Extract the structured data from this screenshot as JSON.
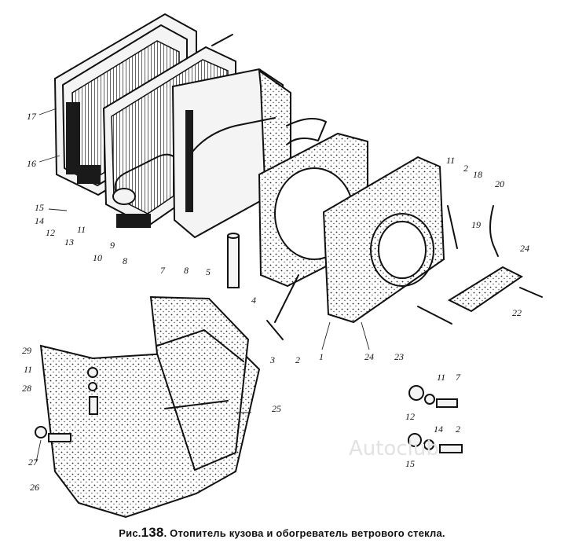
{
  "caption": {
    "prefix": "Рис.",
    "number": "138",
    "text": ". Отопитель кузова и обогреватель ветрового стекла."
  },
  "watermark": "Autoclub",
  "callouts": [
    {
      "id": "c17a",
      "text": "17"
    },
    {
      "id": "c16a",
      "text": "16"
    },
    {
      "id": "c15a",
      "text": "15"
    },
    {
      "id": "c14a",
      "text": "14"
    },
    {
      "id": "c12a",
      "text": "12"
    },
    {
      "id": "c13a",
      "text": "13"
    },
    {
      "id": "c11a",
      "text": "11"
    },
    {
      "id": "c10",
      "text": "10"
    },
    {
      "id": "c9",
      "text": "9"
    },
    {
      "id": "c8a",
      "text": "8"
    },
    {
      "id": "c7a",
      "text": "7"
    },
    {
      "id": "c8b",
      "text": "8"
    },
    {
      "id": "c5",
      "text": "5"
    },
    {
      "id": "c4",
      "text": "4"
    },
    {
      "id": "c3",
      "text": "3"
    },
    {
      "id": "c2a",
      "text": "2"
    },
    {
      "id": "c1",
      "text": "1"
    },
    {
      "id": "c24a",
      "text": "24"
    },
    {
      "id": "c23",
      "text": "23"
    },
    {
      "id": "c22",
      "text": "22"
    },
    {
      "id": "c24b",
      "text": "24"
    },
    {
      "id": "c19",
      "text": "19"
    },
    {
      "id": "c20",
      "text": "20"
    },
    {
      "id": "c18",
      "text": "18"
    },
    {
      "id": "c11b",
      "text": "11"
    },
    {
      "id": "c2b",
      "text": "2"
    },
    {
      "id": "c29",
      "text": "29"
    },
    {
      "id": "c11c",
      "text": "11"
    },
    {
      "id": "c28",
      "text": "28"
    },
    {
      "id": "c27",
      "text": "27"
    },
    {
      "id": "c26",
      "text": "26"
    },
    {
      "id": "c25",
      "text": "25"
    },
    {
      "id": "c12b",
      "text": "12"
    },
    {
      "id": "c11d",
      "text": "11"
    },
    {
      "id": "c7b",
      "text": "7"
    },
    {
      "id": "c15b",
      "text": "15"
    },
    {
      "id": "c14b",
      "text": "14"
    },
    {
      "id": "c2c",
      "text": "2"
    }
  ]
}
